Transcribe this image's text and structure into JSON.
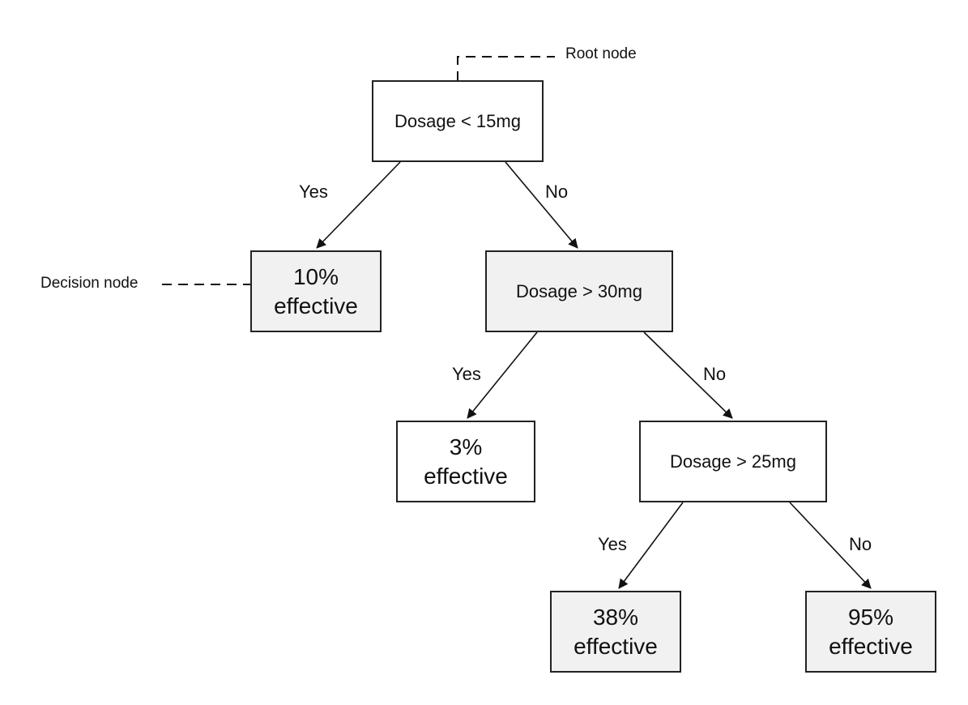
{
  "annotations": {
    "root": "Root node",
    "decision": "Decision node"
  },
  "nodes": {
    "root": "Dosage < 15mg",
    "q30": "Dosage > 30mg",
    "q25": "Dosage > 25mg",
    "leaf10": {
      "value": "10%",
      "unit": "effective"
    },
    "leaf3": {
      "value": "3%",
      "unit": "effective"
    },
    "leaf38": {
      "value": "38%",
      "unit": "effective"
    },
    "leaf95": {
      "value": "95%",
      "unit": "effective"
    }
  },
  "edges": {
    "root_yes": "Yes",
    "root_no": "No",
    "q30_yes": "Yes",
    "q30_no": "No",
    "q25_yes": "Yes",
    "q25_no": "No"
  }
}
